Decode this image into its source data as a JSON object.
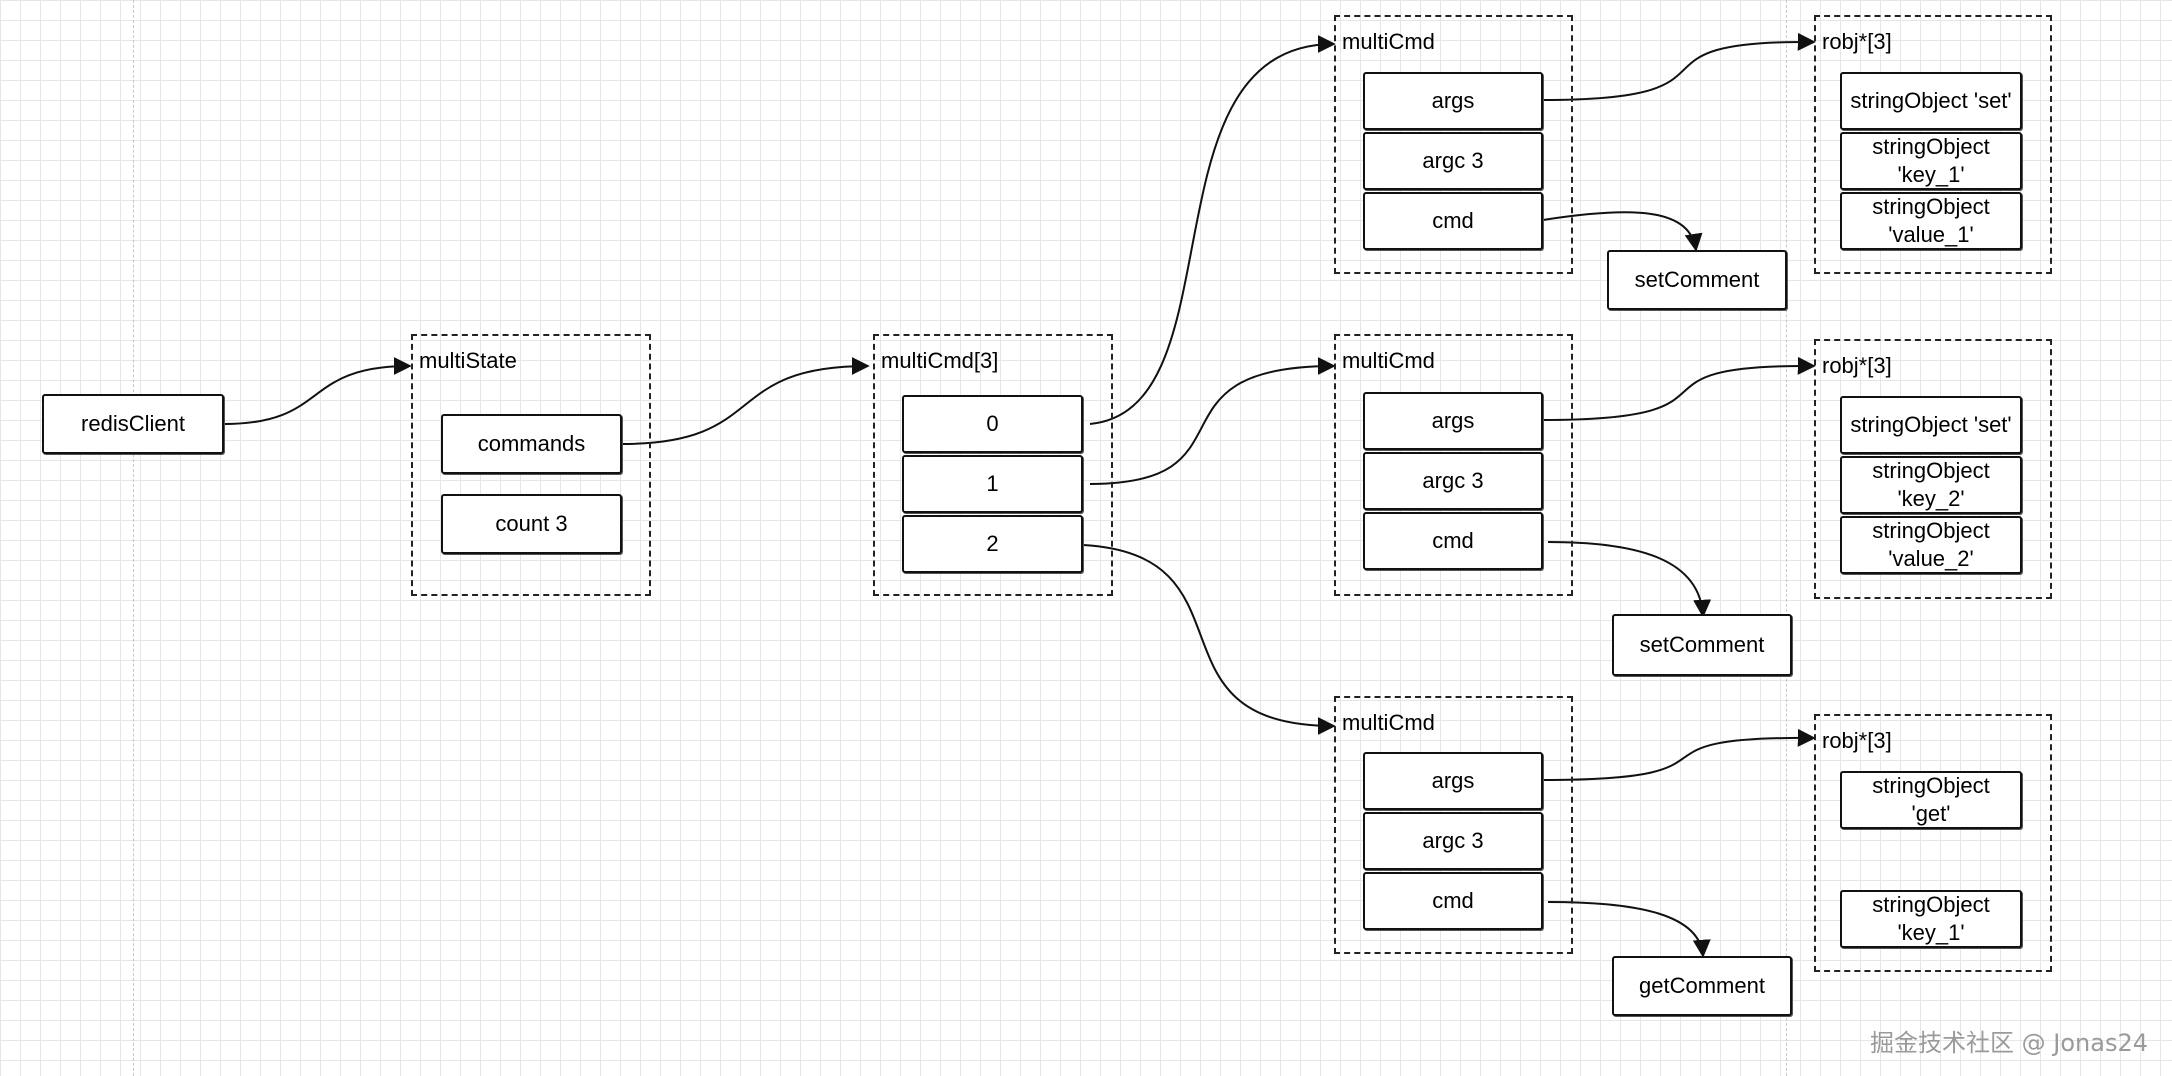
{
  "redis_client": {
    "label": "redisClient"
  },
  "multi_state": {
    "title": "multiState",
    "commands": "commands",
    "count": "count 3"
  },
  "command_array": {
    "title": "multiCmd[3]",
    "slots": [
      "0",
      "1",
      "2"
    ]
  },
  "multi_cmds": [
    {
      "title": "multiCmd",
      "fields": [
        "args",
        "argc 3",
        "cmd"
      ],
      "handler": "setComment",
      "argv_title": "robj*[3]",
      "argv": [
        "stringObject 'set'",
        "stringObject\n'key_1'",
        "stringObject\n'value_1'"
      ]
    },
    {
      "title": "multiCmd",
      "fields": [
        "args",
        "argc 3",
        "cmd"
      ],
      "handler": "setComment",
      "argv_title": "robj*[3]",
      "argv": [
        "stringObject 'set'",
        "stringObject\n'key_2'",
        "stringObject\n'value_2'"
      ]
    },
    {
      "title": "multiCmd",
      "fields": [
        "args",
        "argc 3",
        "cmd"
      ],
      "handler": "getComment",
      "argv_title": "robj*[3]",
      "argv": [
        "stringObject\n'get'",
        "stringObject\n'key_1'"
      ]
    }
  ],
  "watermark": "掘金技术社区 @ Jonas24",
  "colors": {
    "stroke": "#111111",
    "grid": "#e6e6e6",
    "watermark": "#9a9a9a"
  }
}
